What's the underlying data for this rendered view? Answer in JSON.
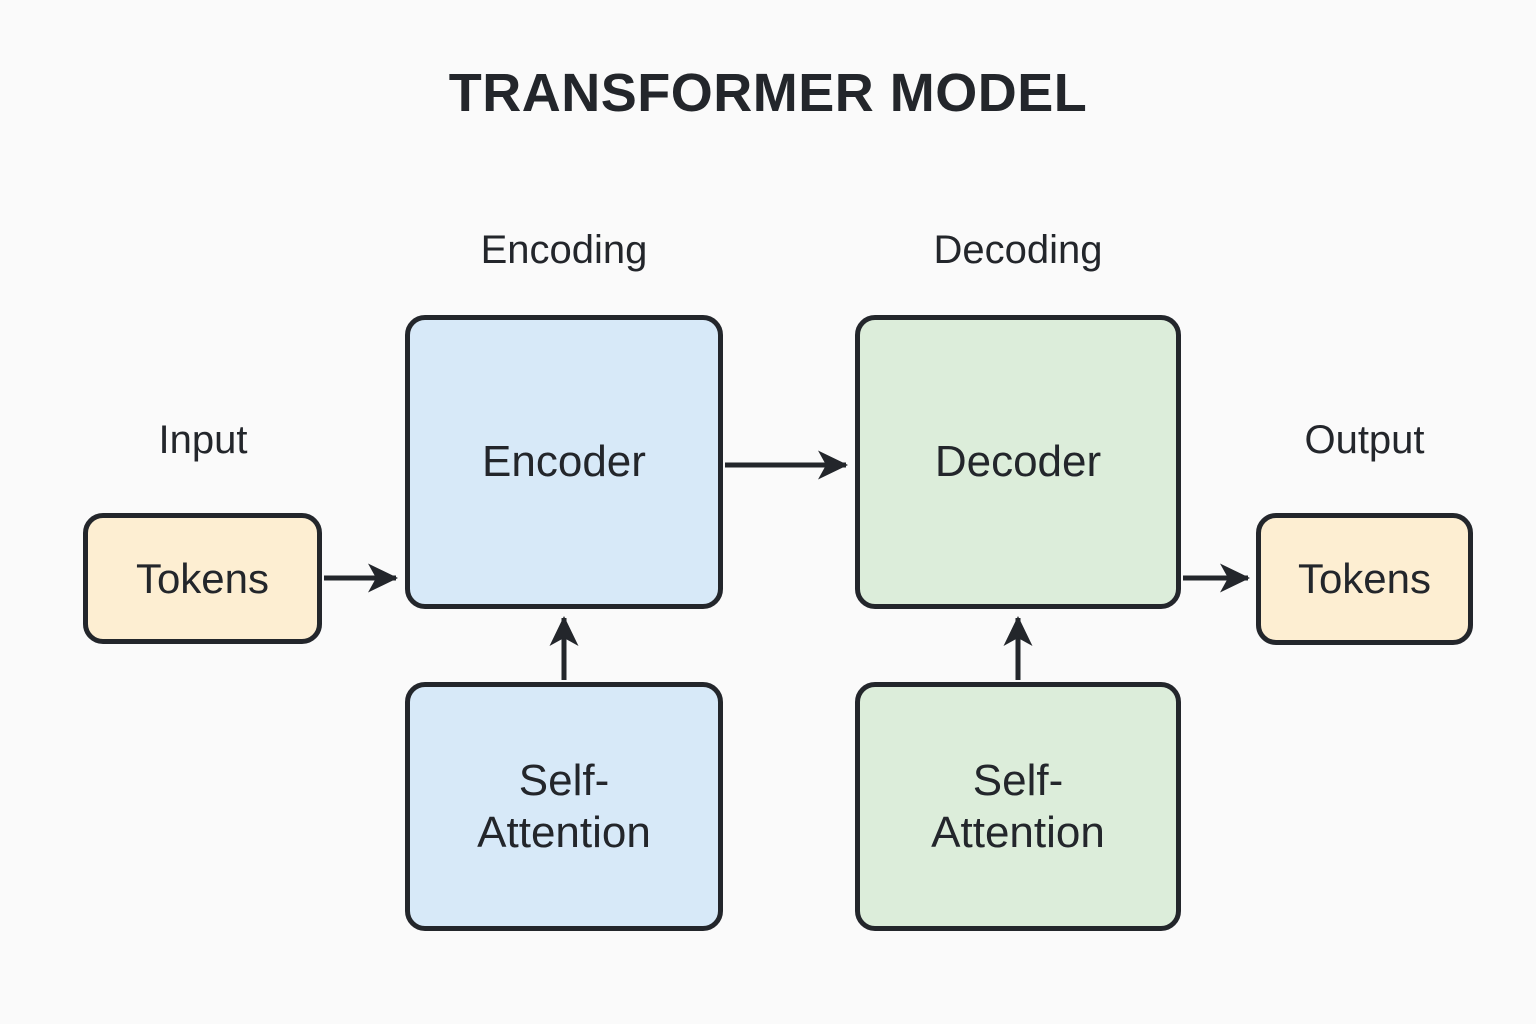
{
  "diagram": {
    "title": "TRANSFORMER MODEL",
    "background_color": "#fafafa",
    "stroke_color": "#23262b",
    "captions": {
      "encoding": "Encoding",
      "decoding": "Decoding",
      "input": "Input",
      "output": "Output"
    },
    "nodes": [
      {
        "id": "input-tokens",
        "label": "Tokens",
        "fill": "#fdeed2",
        "group": "input"
      },
      {
        "id": "encoder",
        "label": "Encoder",
        "fill": "#d7e9f8",
        "group": "encoding"
      },
      {
        "id": "decoder",
        "label": "Decoder",
        "fill": "#dcedda",
        "group": "decoding"
      },
      {
        "id": "encoder-self-attention",
        "label": "Self-\nAttention",
        "fill": "#d7e9f8",
        "group": "encoding"
      },
      {
        "id": "decoder-self-attention",
        "label": "Self-\nAttention",
        "fill": "#dcedda",
        "group": "decoding"
      },
      {
        "id": "output-tokens",
        "label": "Tokens",
        "fill": "#fdeed2",
        "group": "output"
      }
    ],
    "edges": [
      {
        "id": "input-to-encoder",
        "from": "input-tokens",
        "to": "encoder",
        "direction": "right"
      },
      {
        "id": "encoder-to-decoder",
        "from": "encoder",
        "to": "decoder",
        "direction": "right"
      },
      {
        "id": "decoder-to-output",
        "from": "decoder",
        "to": "output-tokens",
        "direction": "right"
      },
      {
        "id": "encattn-to-encoder",
        "from": "encoder-self-attention",
        "to": "encoder",
        "direction": "up"
      },
      {
        "id": "decattn-to-decoder",
        "from": "decoder-self-attention",
        "to": "decoder",
        "direction": "up"
      }
    ]
  }
}
